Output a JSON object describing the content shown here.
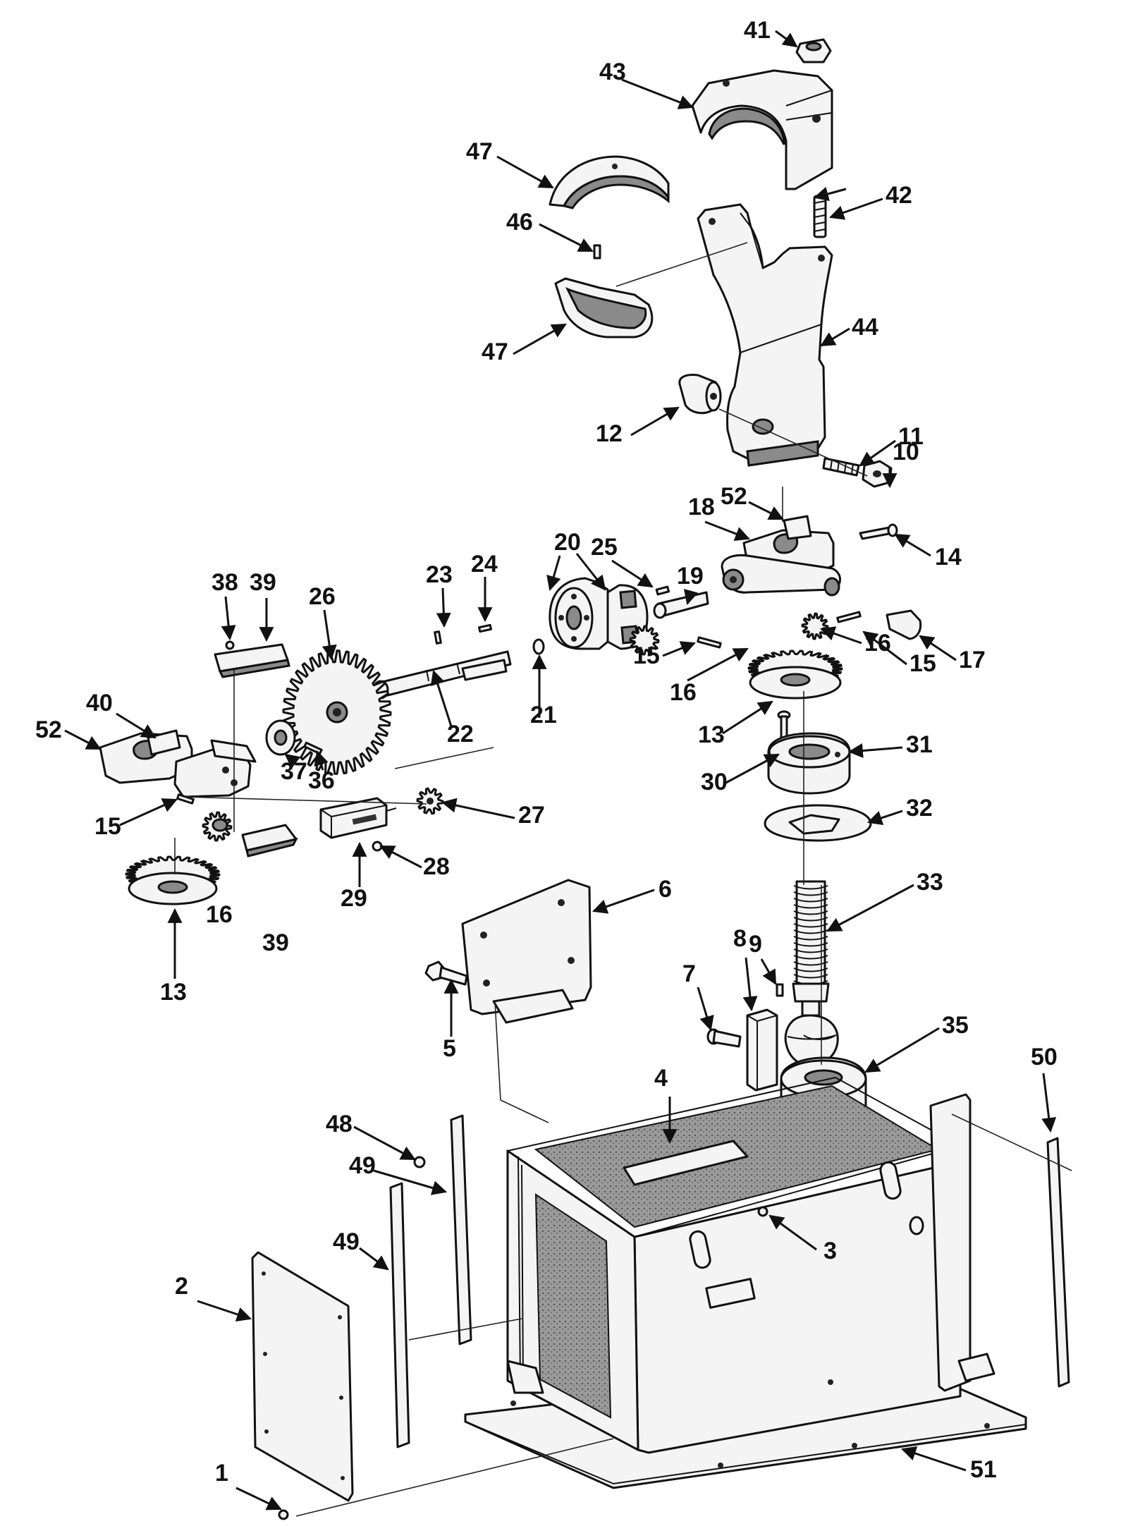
{
  "colors": {
    "ink": "#111111",
    "paper": "#ffffff",
    "shading": "#8a8a8a"
  },
  "callouts": [
    {
      "id": "c1",
      "text": "1"
    },
    {
      "id": "c2",
      "text": "2"
    },
    {
      "id": "c3",
      "text": "3"
    },
    {
      "id": "c4",
      "text": "4"
    },
    {
      "id": "c5",
      "text": "5"
    },
    {
      "id": "c6",
      "text": "6"
    },
    {
      "id": "c7",
      "text": "7"
    },
    {
      "id": "c8",
      "text": "8"
    },
    {
      "id": "c9",
      "text": "9"
    },
    {
      "id": "c10",
      "text": "10"
    },
    {
      "id": "c11",
      "text": "11"
    },
    {
      "id": "c12",
      "text": "12"
    },
    {
      "id": "c13a",
      "text": "13"
    },
    {
      "id": "c13b",
      "text": "13"
    },
    {
      "id": "c14",
      "text": "14"
    },
    {
      "id": "c15a",
      "text": "15"
    },
    {
      "id": "c15b",
      "text": "15"
    },
    {
      "id": "c15c",
      "text": "15"
    },
    {
      "id": "c16a",
      "text": "16"
    },
    {
      "id": "c16b",
      "text": "16"
    },
    {
      "id": "c16c",
      "text": "16"
    },
    {
      "id": "c17",
      "text": "17"
    },
    {
      "id": "c18",
      "text": "18"
    },
    {
      "id": "c19",
      "text": "19"
    },
    {
      "id": "c20",
      "text": "20"
    },
    {
      "id": "c21",
      "text": "21"
    },
    {
      "id": "c22",
      "text": "22"
    },
    {
      "id": "c23",
      "text": "23"
    },
    {
      "id": "c24",
      "text": "24"
    },
    {
      "id": "c25",
      "text": "25"
    },
    {
      "id": "c26",
      "text": "26"
    },
    {
      "id": "c27",
      "text": "27"
    },
    {
      "id": "c28",
      "text": "28"
    },
    {
      "id": "c29",
      "text": "29"
    },
    {
      "id": "c30",
      "text": "30"
    },
    {
      "id": "c31",
      "text": "31"
    },
    {
      "id": "c32",
      "text": "32"
    },
    {
      "id": "c33",
      "text": "33"
    },
    {
      "id": "c35",
      "text": "35"
    },
    {
      "id": "c36",
      "text": "36"
    },
    {
      "id": "c37",
      "text": "37"
    },
    {
      "id": "c38",
      "text": "38"
    },
    {
      "id": "c39a",
      "text": "39"
    },
    {
      "id": "c39b",
      "text": "39"
    },
    {
      "id": "c40",
      "text": "40"
    },
    {
      "id": "c41",
      "text": "41"
    },
    {
      "id": "c42",
      "text": "42"
    },
    {
      "id": "c43",
      "text": "43"
    },
    {
      "id": "c44",
      "text": "44"
    },
    {
      "id": "c46",
      "text": "46"
    },
    {
      "id": "c47a",
      "text": "47"
    },
    {
      "id": "c47b",
      "text": "47"
    },
    {
      "id": "c48",
      "text": "48"
    },
    {
      "id": "c49a",
      "text": "49"
    },
    {
      "id": "c49b",
      "text": "49"
    },
    {
      "id": "c50",
      "text": "50"
    },
    {
      "id": "c51",
      "text": "51"
    },
    {
      "id": "c52a",
      "text": "52"
    },
    {
      "id": "c52b",
      "text": "52"
    }
  ]
}
